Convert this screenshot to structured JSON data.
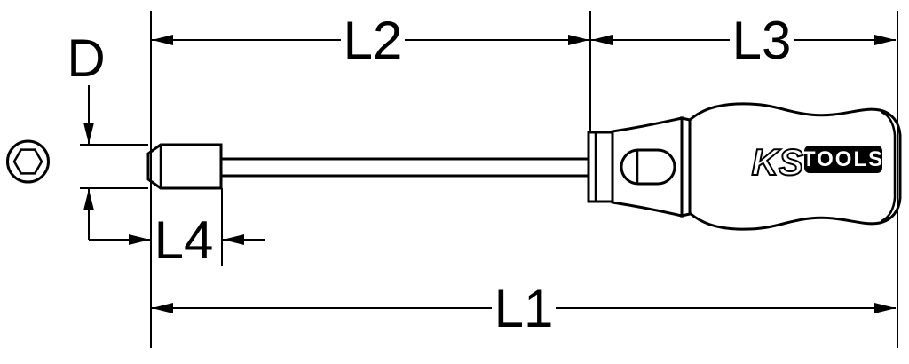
{
  "diagram": {
    "labels": {
      "d": "D",
      "l1": "L1",
      "l2": "L2",
      "l3": "L3",
      "l4": "L4"
    },
    "brand": {
      "ks": "KS",
      "tools": "TOOLS"
    },
    "colors": {
      "line": "#000000",
      "background": "#ffffff",
      "logo_bg": "#000000",
      "logo_text": "#ffffff"
    }
  }
}
